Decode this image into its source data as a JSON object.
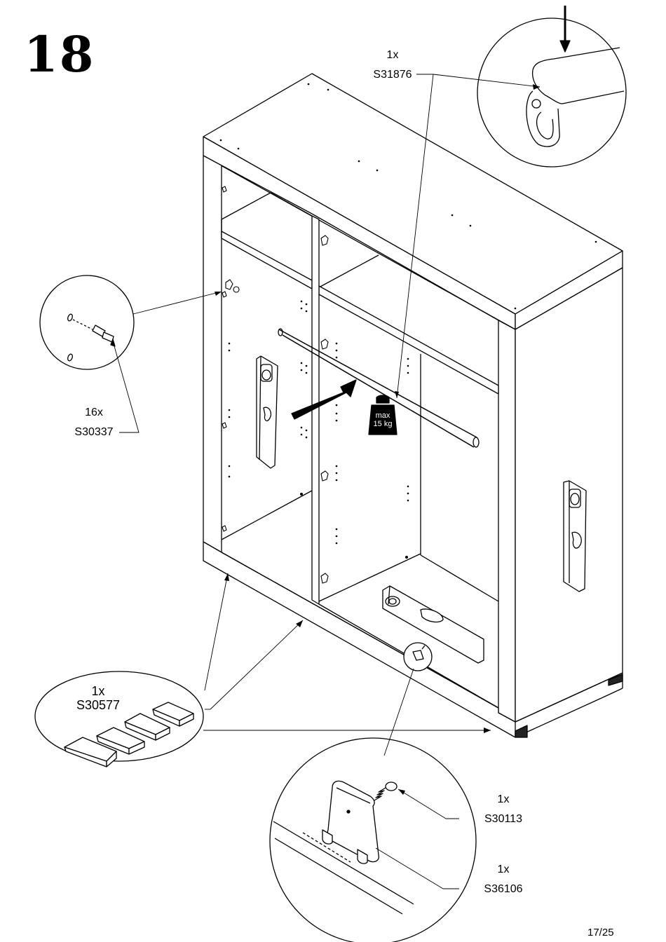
{
  "step_number": "18",
  "parts": {
    "rail": {
      "qty": "1x",
      "code": "S31876"
    },
    "shelf_pin": {
      "qty": "16x",
      "code": "S30337"
    },
    "wedge": {
      "qty": "1x",
      "code": "S30577"
    },
    "screw": {
      "qty": "1x",
      "code": "S30113"
    },
    "bracket": {
      "qty": "1x",
      "code": "S36106"
    }
  },
  "weight_label": {
    "line1": "max",
    "line2": "15 kg"
  },
  "page_number": "17/25"
}
